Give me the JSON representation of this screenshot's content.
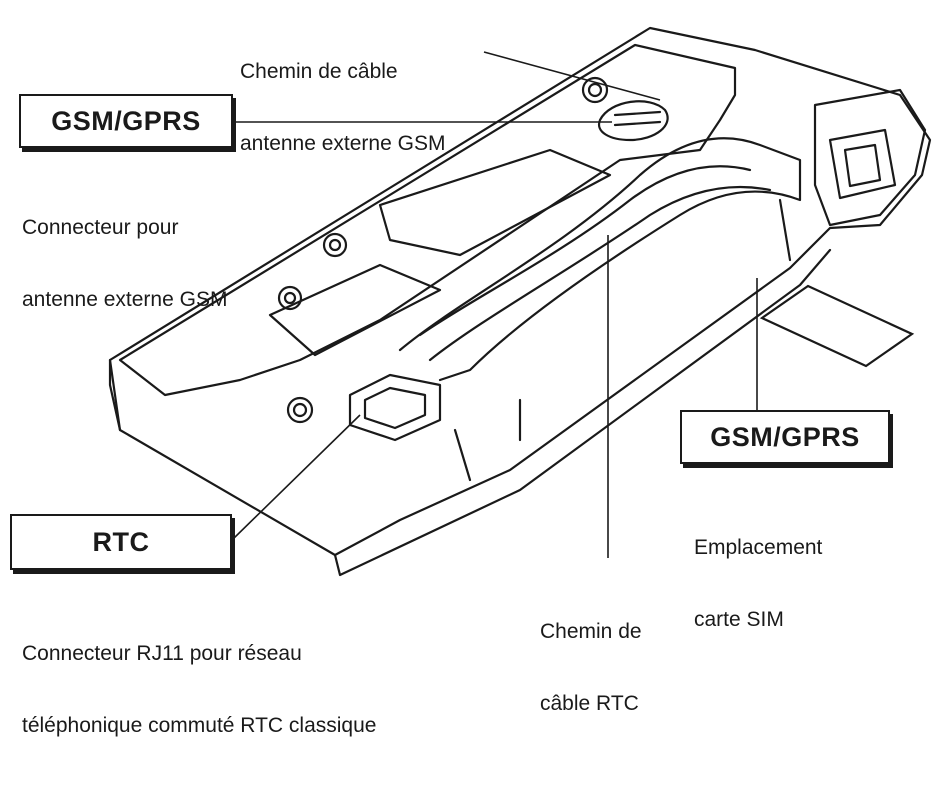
{
  "diagram": {
    "badges": {
      "gsm_top": "GSM/GPRS",
      "gsm_right": "GSM/GPRS",
      "rtc": "RTC"
    },
    "callouts": {
      "gsm_cable_path": [
        "Chemin de câble",
        "antenne externe GSM"
      ],
      "gsm_connector": [
        "Connecteur pour",
        "antenne externe GSM"
      ],
      "sim_slot": [
        "Emplacement",
        "carte SIM"
      ],
      "rtc_cable_path": [
        "Chemin de",
        "câble RTC"
      ],
      "rj11_connector": [
        "Connecteur RJ11 pour réseau",
        "téléphonique commuté RTC classique"
      ]
    },
    "colors": {
      "ink": "#1a1a1a",
      "paper": "#ffffff"
    }
  }
}
